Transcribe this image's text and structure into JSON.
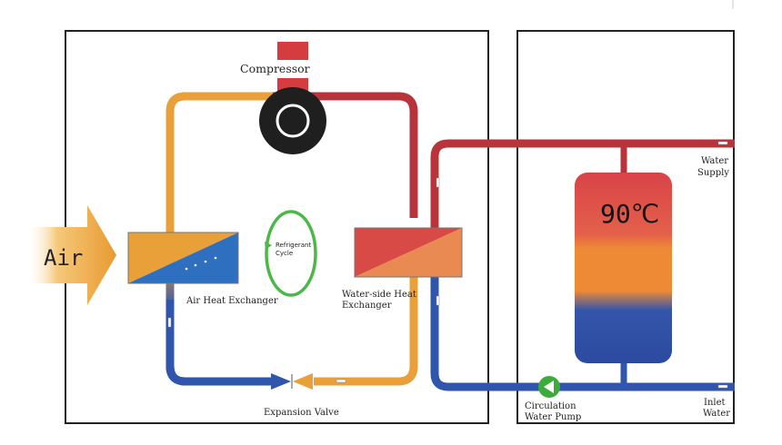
{
  "labels": {
    "air": "Air",
    "compressor": "Compressor",
    "air_hx": "Air Heat Exchanger",
    "refrigerant_cycle_1": "Refrigerant",
    "refrigerant_cycle_2": "Cycle",
    "water_hx_1": "Water-side Heat",
    "water_hx_2": "Exchanger",
    "expansion_valve": "Expansion Valve",
    "water_supply_1": "Water",
    "water_supply_2": "Supply",
    "inlet_water_1": "Inlet",
    "inlet_water_2": "Water",
    "pump_1": "Circulation",
    "pump_2": "Water Pump",
    "tank_temp": "90℃"
  },
  "colors": {
    "hot": "#b8343a",
    "warm": "#e9a038",
    "cold": "#2f55ac",
    "tank_top": "#d9464b",
    "tank_mid": "#ec8a36",
    "tank_bottom": "#3253a8",
    "pump": "#3cab3c",
    "compressor_body": "#1f1f1f",
    "compressor_top": "#d43c40",
    "frame": "#222222"
  }
}
